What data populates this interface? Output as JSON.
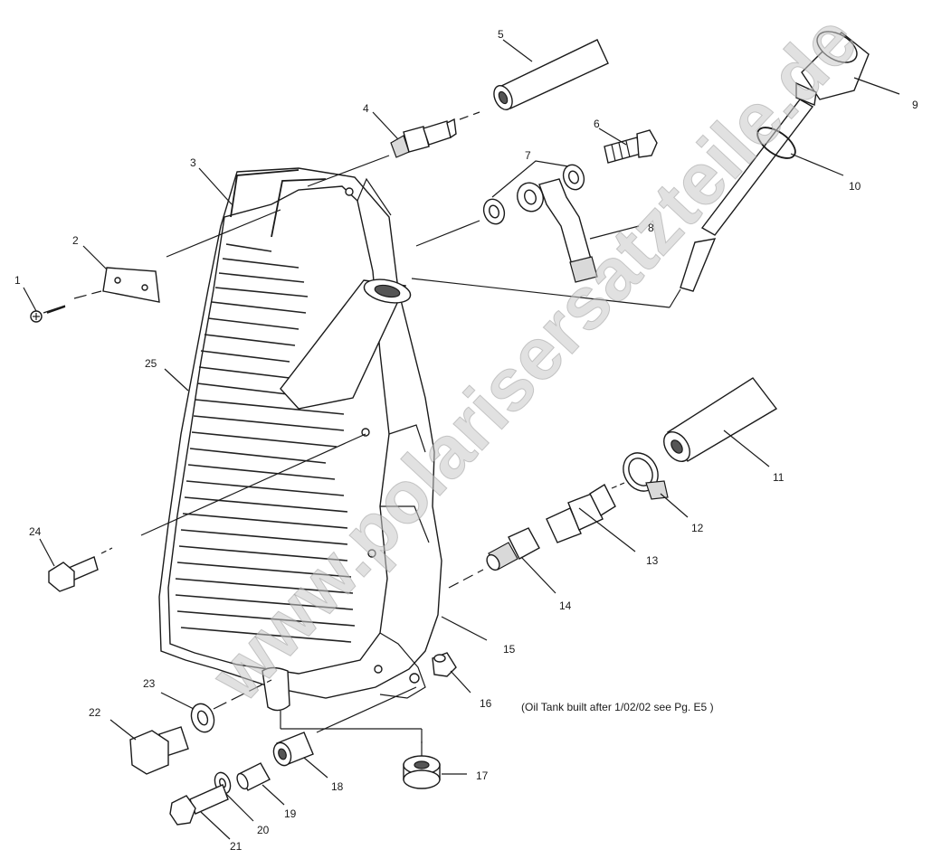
{
  "watermark": "www.polarisersatzteile.de",
  "note": "(Oil Tank built after 1/02/02 see Pg. E5 )",
  "callouts": [
    "1",
    "2",
    "3",
    "4",
    "5",
    "6",
    "7",
    "8",
    "9",
    "10",
    "11",
    "12",
    "13",
    "14",
    "15",
    "16",
    "17",
    "18",
    "19",
    "20",
    "21",
    "22",
    "23",
    "24",
    "25"
  ]
}
